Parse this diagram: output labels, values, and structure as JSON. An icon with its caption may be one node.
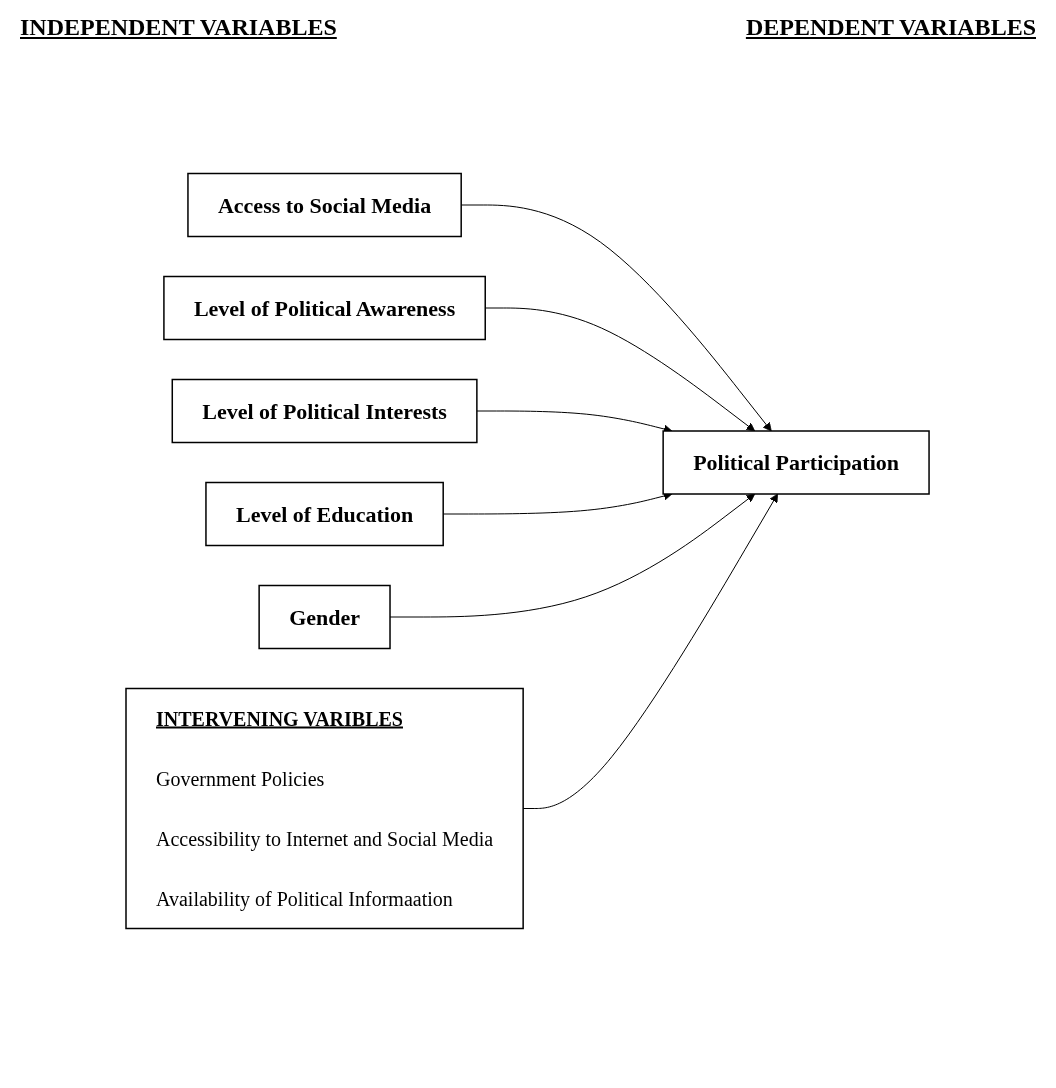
{
  "diagram": {
    "nodes": [
      {
        "text": [
          "Access to Social Media"
        ]
      },
      {
        "text": [
          "Level of Political Awareness"
        ]
      },
      {
        "text": [
          "Level of Political Interests"
        ]
      },
      {
        "text": [
          "Level of Education"
        ]
      },
      {
        "text": [
          "Gender"
        ]
      },
      {
        "text": [
          "Political Participation"
        ]
      },
      {
        "text": [
          "INTERVENING VARIBLES",
          "Government Policies",
          "Accessibility to Internet and Social Media",
          "Availability of Political Informaation"
        ]
      }
    ],
    "edges": [
      {
        "from": 0,
        "to": 5,
        "arrow": "to"
      },
      {
        "from": 1,
        "to": 5,
        "arrow": "to"
      },
      {
        "from": 2,
        "to": 5,
        "arrow": "to"
      },
      {
        "from": 3,
        "to": 5,
        "arrow": "to"
      },
      {
        "from": 4,
        "to": 5,
        "arrow": "to"
      },
      {
        "from": 6,
        "to": 5,
        "arrow": "to"
      }
    ],
    "labels": [
      "INDEPENDENT VARIABLES",
      "DEPENDENT VARIABLES"
    ]
  }
}
